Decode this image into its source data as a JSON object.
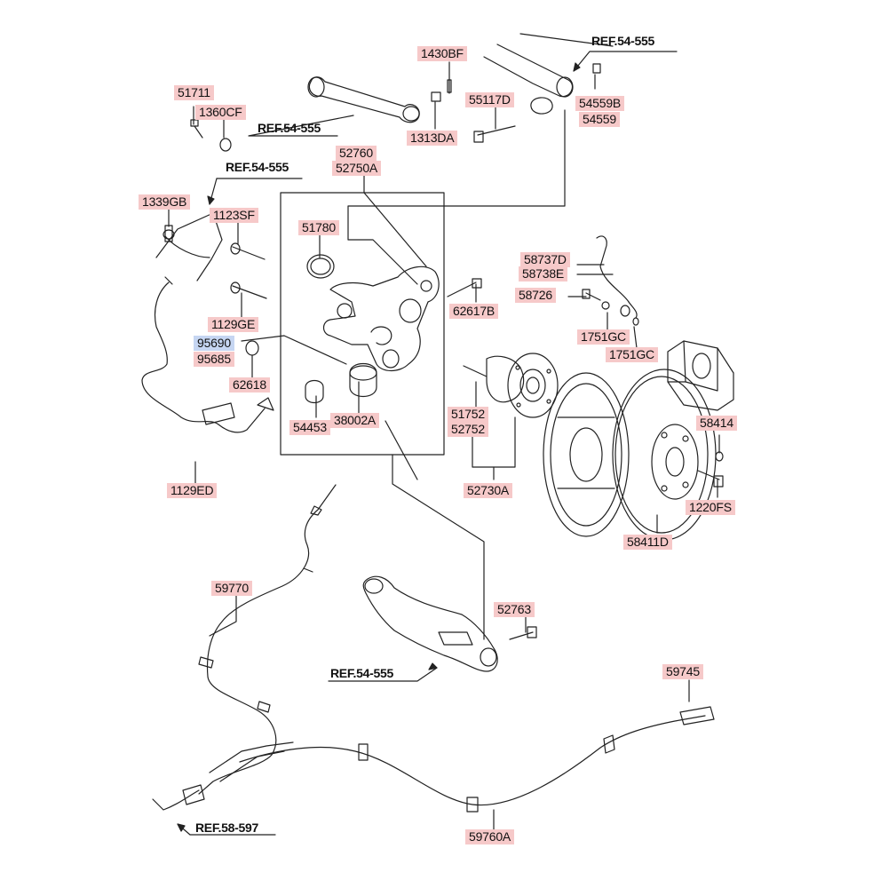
{
  "diagram": {
    "part_labels": {
      "p1430BF": "1430BF",
      "p51711": "51711",
      "p1360CF": "1360CF",
      "p55117D": "55117D",
      "p54559B": "54559B",
      "p54559": "54559",
      "p1313DA": "1313DA",
      "p52760": "52760",
      "p52750A": "52750A",
      "p1339GB": "1339GB",
      "p1123SF": "1123SF",
      "p51780": "51780",
      "p58737D": "58737D",
      "p58738E": "58738E",
      "p58726": "58726",
      "p62617B": "62617B",
      "p1129GE": "1129GE",
      "p1751GC_a": "1751GC",
      "p95690": "95690",
      "p95685": "95685",
      "p1751GC_b": "1751GC",
      "p62618": "62618",
      "p51752": "51752",
      "p52752": "52752",
      "p54453": "54453",
      "p38002A": "38002A",
      "p58414": "58414",
      "p1129ED": "1129ED",
      "p52730A": "52730A",
      "p1220FS": "1220FS",
      "p58411D": "58411D",
      "p59770": "59770",
      "p52763": "52763",
      "p59745": "59745",
      "p59760A": "59760A"
    },
    "reference_labels": {
      "ref_top_right": "REF.54-555",
      "ref_top_left": "REF.54-555",
      "ref_mid_left": "REF.54-555",
      "ref_lower_arm": "REF.54-555",
      "ref_parking": "REF.58-597"
    },
    "highlighted_part": "95690",
    "colors": {
      "label_fill": "#f6c9c9",
      "highlight_fill": "#c6d6f2",
      "line": "#222222"
    }
  }
}
